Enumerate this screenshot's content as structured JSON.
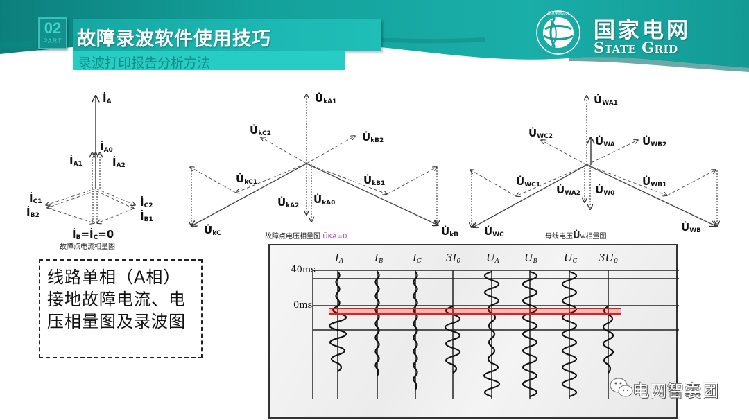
{
  "header": {
    "part_number": "02",
    "part_label": "PART",
    "title": "故障录波软件使用技巧",
    "subtitle": "录波打印报告分析方法",
    "logo": {
      "name_cn": "国家电网",
      "name_en": "State Grid",
      "emblem_text": "STATE GRID CORPORATION OF CHINA"
    },
    "colors": {
      "teal_dark": "#0f8f8b",
      "teal": "#1cb7b2",
      "teal_light": "#27cdc4"
    }
  },
  "diagrams": {
    "current_phasor": {
      "caption": "故障点电流相量图",
      "labels": {
        "ia": "İ",
        "ia_sub": "A",
        "ia0": "İ",
        "ia0_sub": "A0",
        "ia1": "İ",
        "ia1_sub": "A1",
        "ia2": "İ",
        "ia2_sub": "A2",
        "ic1": "İ",
        "ic1_sub": "C1",
        "ib2": "İ",
        "ib2_sub": "B2",
        "ic2": "İ",
        "ic2_sub": "C2",
        "ib1": "İ",
        "ib1_sub": "B1",
        "zero_eq_a": "İ",
        "zero_eq_a_sub": "B",
        "zero_eq_mid": "=İ",
        "zero_eq_mid_sub": "C",
        "zero_eq_end": "=0"
      }
    },
    "fault_voltage_phasor": {
      "caption": "故障点电压相量图",
      "caption_note": "ÜKA=0",
      "labels": {
        "uka1": "U̇",
        "uka1_sub": "kA1",
        "ukc2": "U̇",
        "ukc2_sub": "kC2",
        "ukb2": "U̇",
        "ukb2_sub": "kB2",
        "ukc1": "U̇",
        "ukc1_sub": "kC1",
        "ukb1": "U̇",
        "ukb1_sub": "kB1",
        "uka2": "U̇",
        "uka2_sub": "kA2",
        "uka0": "U̇",
        "uka0_sub": "kA0",
        "ukc": "U̇",
        "ukc_sub": "kC",
        "ukb": "U̇",
        "ukb_sub": "kB"
      }
    },
    "bus_voltage_phasor": {
      "caption_pre": "母线电压",
      "caption_sym": "U̇",
      "caption_sub": "W",
      "caption_post": "相量图",
      "labels": {
        "uwa1": "U̇",
        "uwa1_sub": "WA1",
        "uwc2": "U̇",
        "uwc2_sub": "WC2",
        "uwa": "U̇",
        "uwa_sub": "WA",
        "uwb2": "U̇",
        "uwb2_sub": "WB2",
        "uwc1": "U̇",
        "uwc1_sub": "WC1",
        "uwa2": "U̇",
        "uwa2_sub": "WA2",
        "uw0": "U̇",
        "uw0_sub": "W0",
        "uwb1": "U̇",
        "uwb1_sub": "WB1",
        "uwc": "U̇",
        "uwc_sub": "WC",
        "uwb": "U̇",
        "uwb_sub": "WB"
      }
    }
  },
  "note_box": {
    "text": "线路单相（A相）接地故障电流、电压相量图及录波图"
  },
  "waveform": {
    "channels": [
      {
        "main": "I",
        "sub": "A"
      },
      {
        "main": "I",
        "sub": "B"
      },
      {
        "main": "I",
        "sub": "C"
      },
      {
        "main": "3I",
        "sub": "0"
      },
      {
        "main": "U",
        "sub": "A"
      },
      {
        "main": "U",
        "sub": "B"
      },
      {
        "main": "U",
        "sub": "C"
      },
      {
        "main": "3U",
        "sub": "0"
      }
    ],
    "time_labels": [
      "-40ms",
      "0ms"
    ],
    "highlight_color": "#e02020"
  },
  "watermark": {
    "text": "电网智囊团"
  }
}
